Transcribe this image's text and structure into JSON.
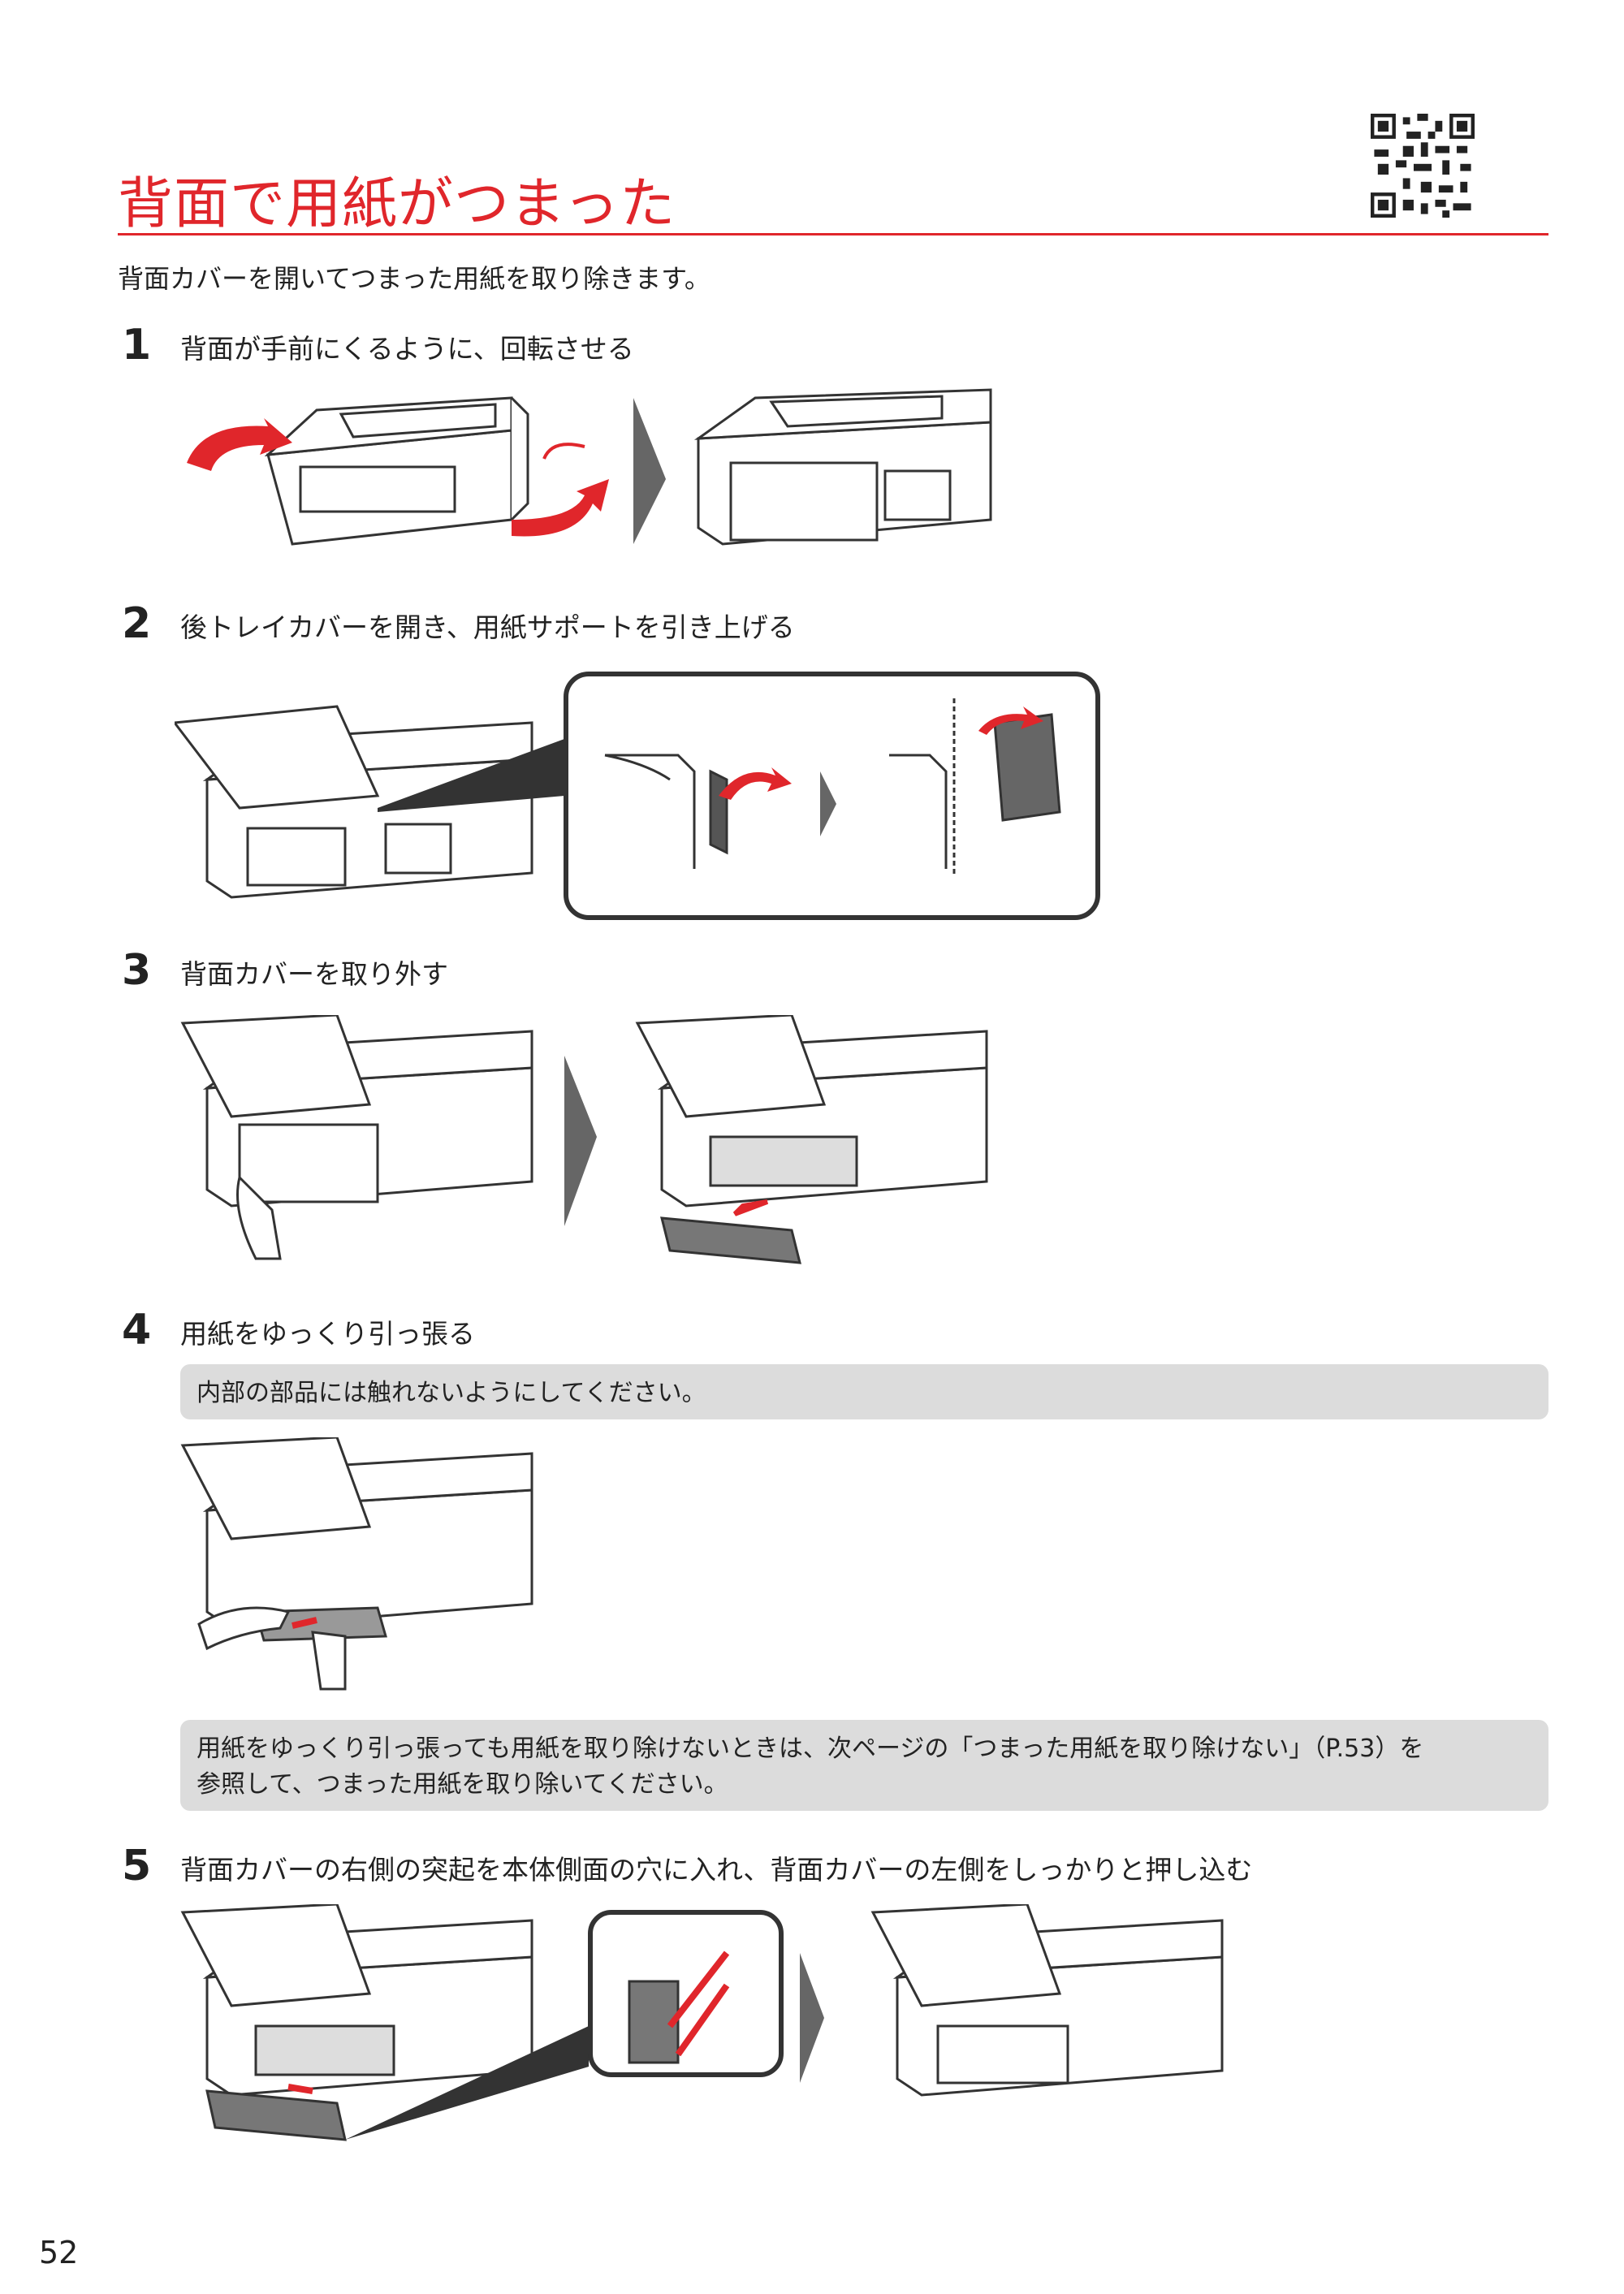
{
  "page": {
    "title": "背面で用紙がつまった",
    "intro": "背面カバーを開いてつまった用紙を取り除きます。",
    "page_number": "52",
    "accent_color": "#e0262b"
  },
  "steps": [
    {
      "number": "1",
      "text": "背面が手前にくるように、回転させる"
    },
    {
      "number": "2",
      "text": "後トレイカバーを開き、用紙サポートを引き上げる"
    },
    {
      "number": "3",
      "text": "背面カバーを取り外す"
    },
    {
      "number": "4",
      "text": "用紙をゆっくり引っ張る"
    },
    {
      "number": "5",
      "text": "背面カバーの右側の突起を本体側面の穴に入れ、背面カバーの左側をしっかりと押し込む"
    }
  ],
  "notes": {
    "step4_caution": "内部の部品には触れないようにしてください。",
    "step4_hint_line1": "用紙をゆっくり引っ張っても用紙を取り除けないときは、次ページの「つまった用紙を取り除けない」（P.53）を",
    "step4_hint_line2": "参照して、つまった用紙を取り除いてください。"
  }
}
